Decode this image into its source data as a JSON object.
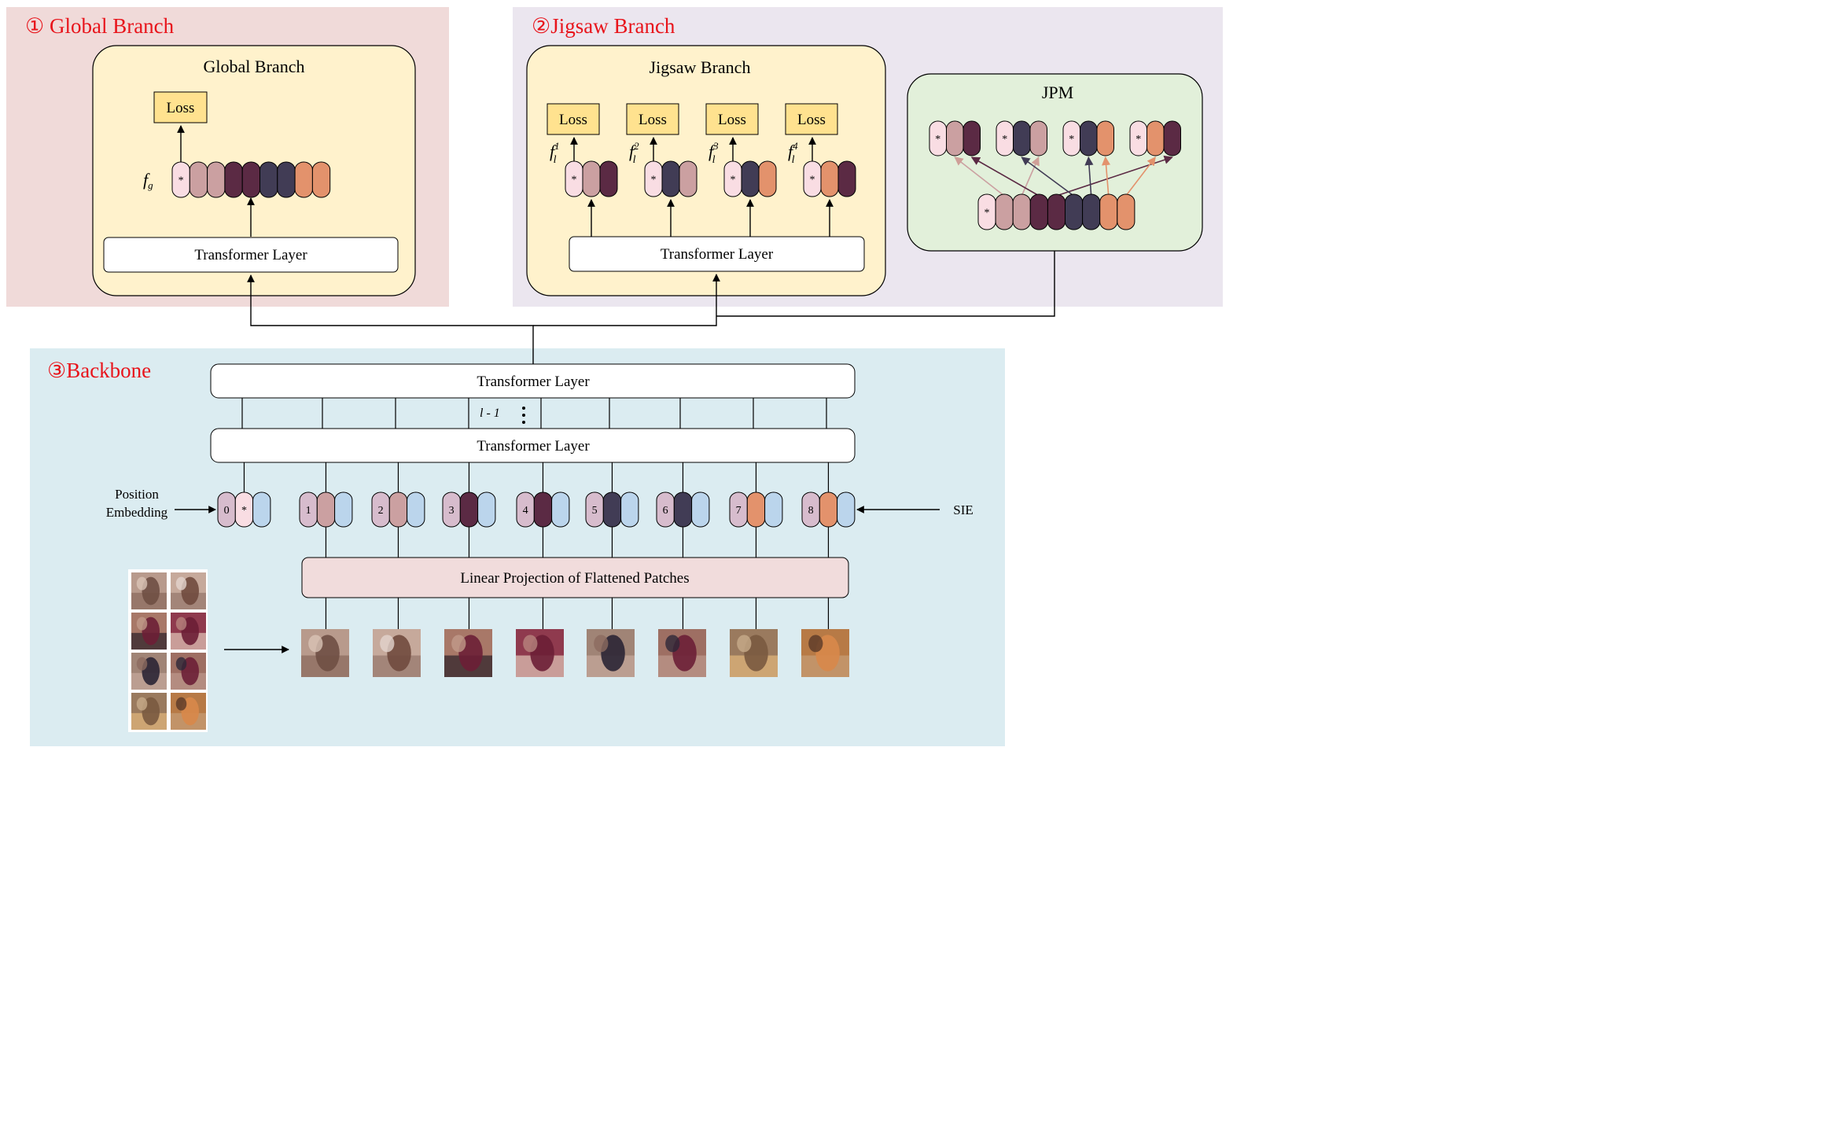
{
  "sections": {
    "global_heading": "① Global Branch",
    "jigsaw_heading": "②Jigsaw Branch",
    "backbone_heading": "③Backbone"
  },
  "global_branch": {
    "title": "Global Branch",
    "loss": "Loss",
    "feature_label": "f",
    "feature_sub": "g",
    "transformer": "Transformer Layer"
  },
  "jigsaw_branch": {
    "title": "Jigsaw Branch",
    "losses": [
      "Loss",
      "Loss",
      "Loss",
      "Loss"
    ],
    "feature_label": "f",
    "feature_sub": "l",
    "feature_sups": [
      "1",
      "2",
      "3",
      "4"
    ],
    "transformer": "Transformer Layer"
  },
  "jpm": {
    "title": "JPM"
  },
  "backbone": {
    "top_transformer": "Transformer Layer",
    "bottom_transformer": "Transformer Layer",
    "repeat_label": "l - 1",
    "position_embedding": [
      "Position",
      "Embedding"
    ],
    "sie": "SIE",
    "projection": "Linear Projection of Flattened Patches",
    "token_indices": [
      "0",
      "1",
      "2",
      "3",
      "4",
      "5",
      "6",
      "7",
      "8"
    ]
  },
  "token_star": "*",
  "colors": {
    "heading_red": "#e8141b",
    "global_bg": "#f0dad9",
    "jigsaw_bg": "#ebe6ef",
    "backbone_bg": "#dbecf1",
    "branch_box": "#fff2cc",
    "jpm_box": "#e2f0da",
    "loss_box": "#ffe28f",
    "projection_box": "#f1dcdc",
    "tok_star": "#f9dde3",
    "tok_rose": "#cba0a1",
    "tok_plum": "#5b2a44",
    "tok_navy": "#413c55",
    "tok_orange": "#e3926c",
    "tok_pos": "#d7bccd",
    "tok_sie": "#bbd5ec"
  }
}
